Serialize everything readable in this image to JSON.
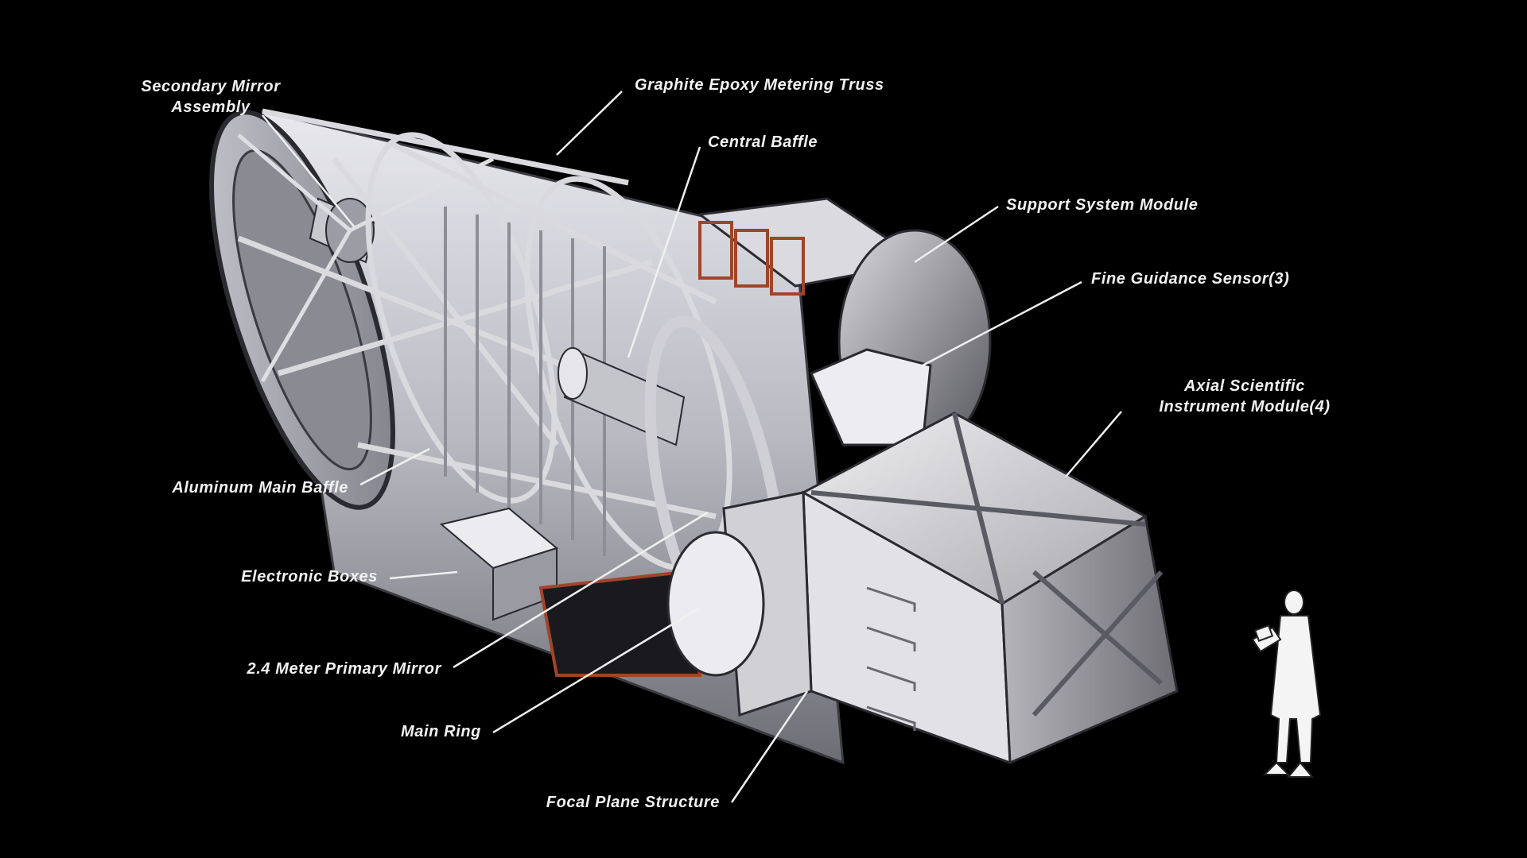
{
  "colors": {
    "background": "#000000",
    "metal_light": "#d9d9de",
    "metal_mid": "#a9a9b0",
    "metal_dark": "#5a5a62",
    "accent_rust": "#a0442a",
    "label_text": "#f2f2f2"
  },
  "labels": {
    "secondary_mirror_line1": "Secondary Mirror",
    "secondary_mirror_line2": "Assembly",
    "metering_truss": "Graphite Epoxy Metering Truss",
    "central_baffle": "Central Baffle",
    "support_system_module": "Support System Module",
    "fine_guidance_sensor": "Fine Guidance Sensor(3)",
    "axial_instrument_line1": "Axial Scientific",
    "axial_instrument_line2": "Instrument Module(4)",
    "aluminum_main_baffle": "Aluminum Main Baffle",
    "electronic_boxes": "Electronic Boxes",
    "primary_mirror": "2.4 Meter Primary Mirror",
    "main_ring": "Main Ring",
    "focal_plane_structure": "Focal Plane Structure"
  }
}
